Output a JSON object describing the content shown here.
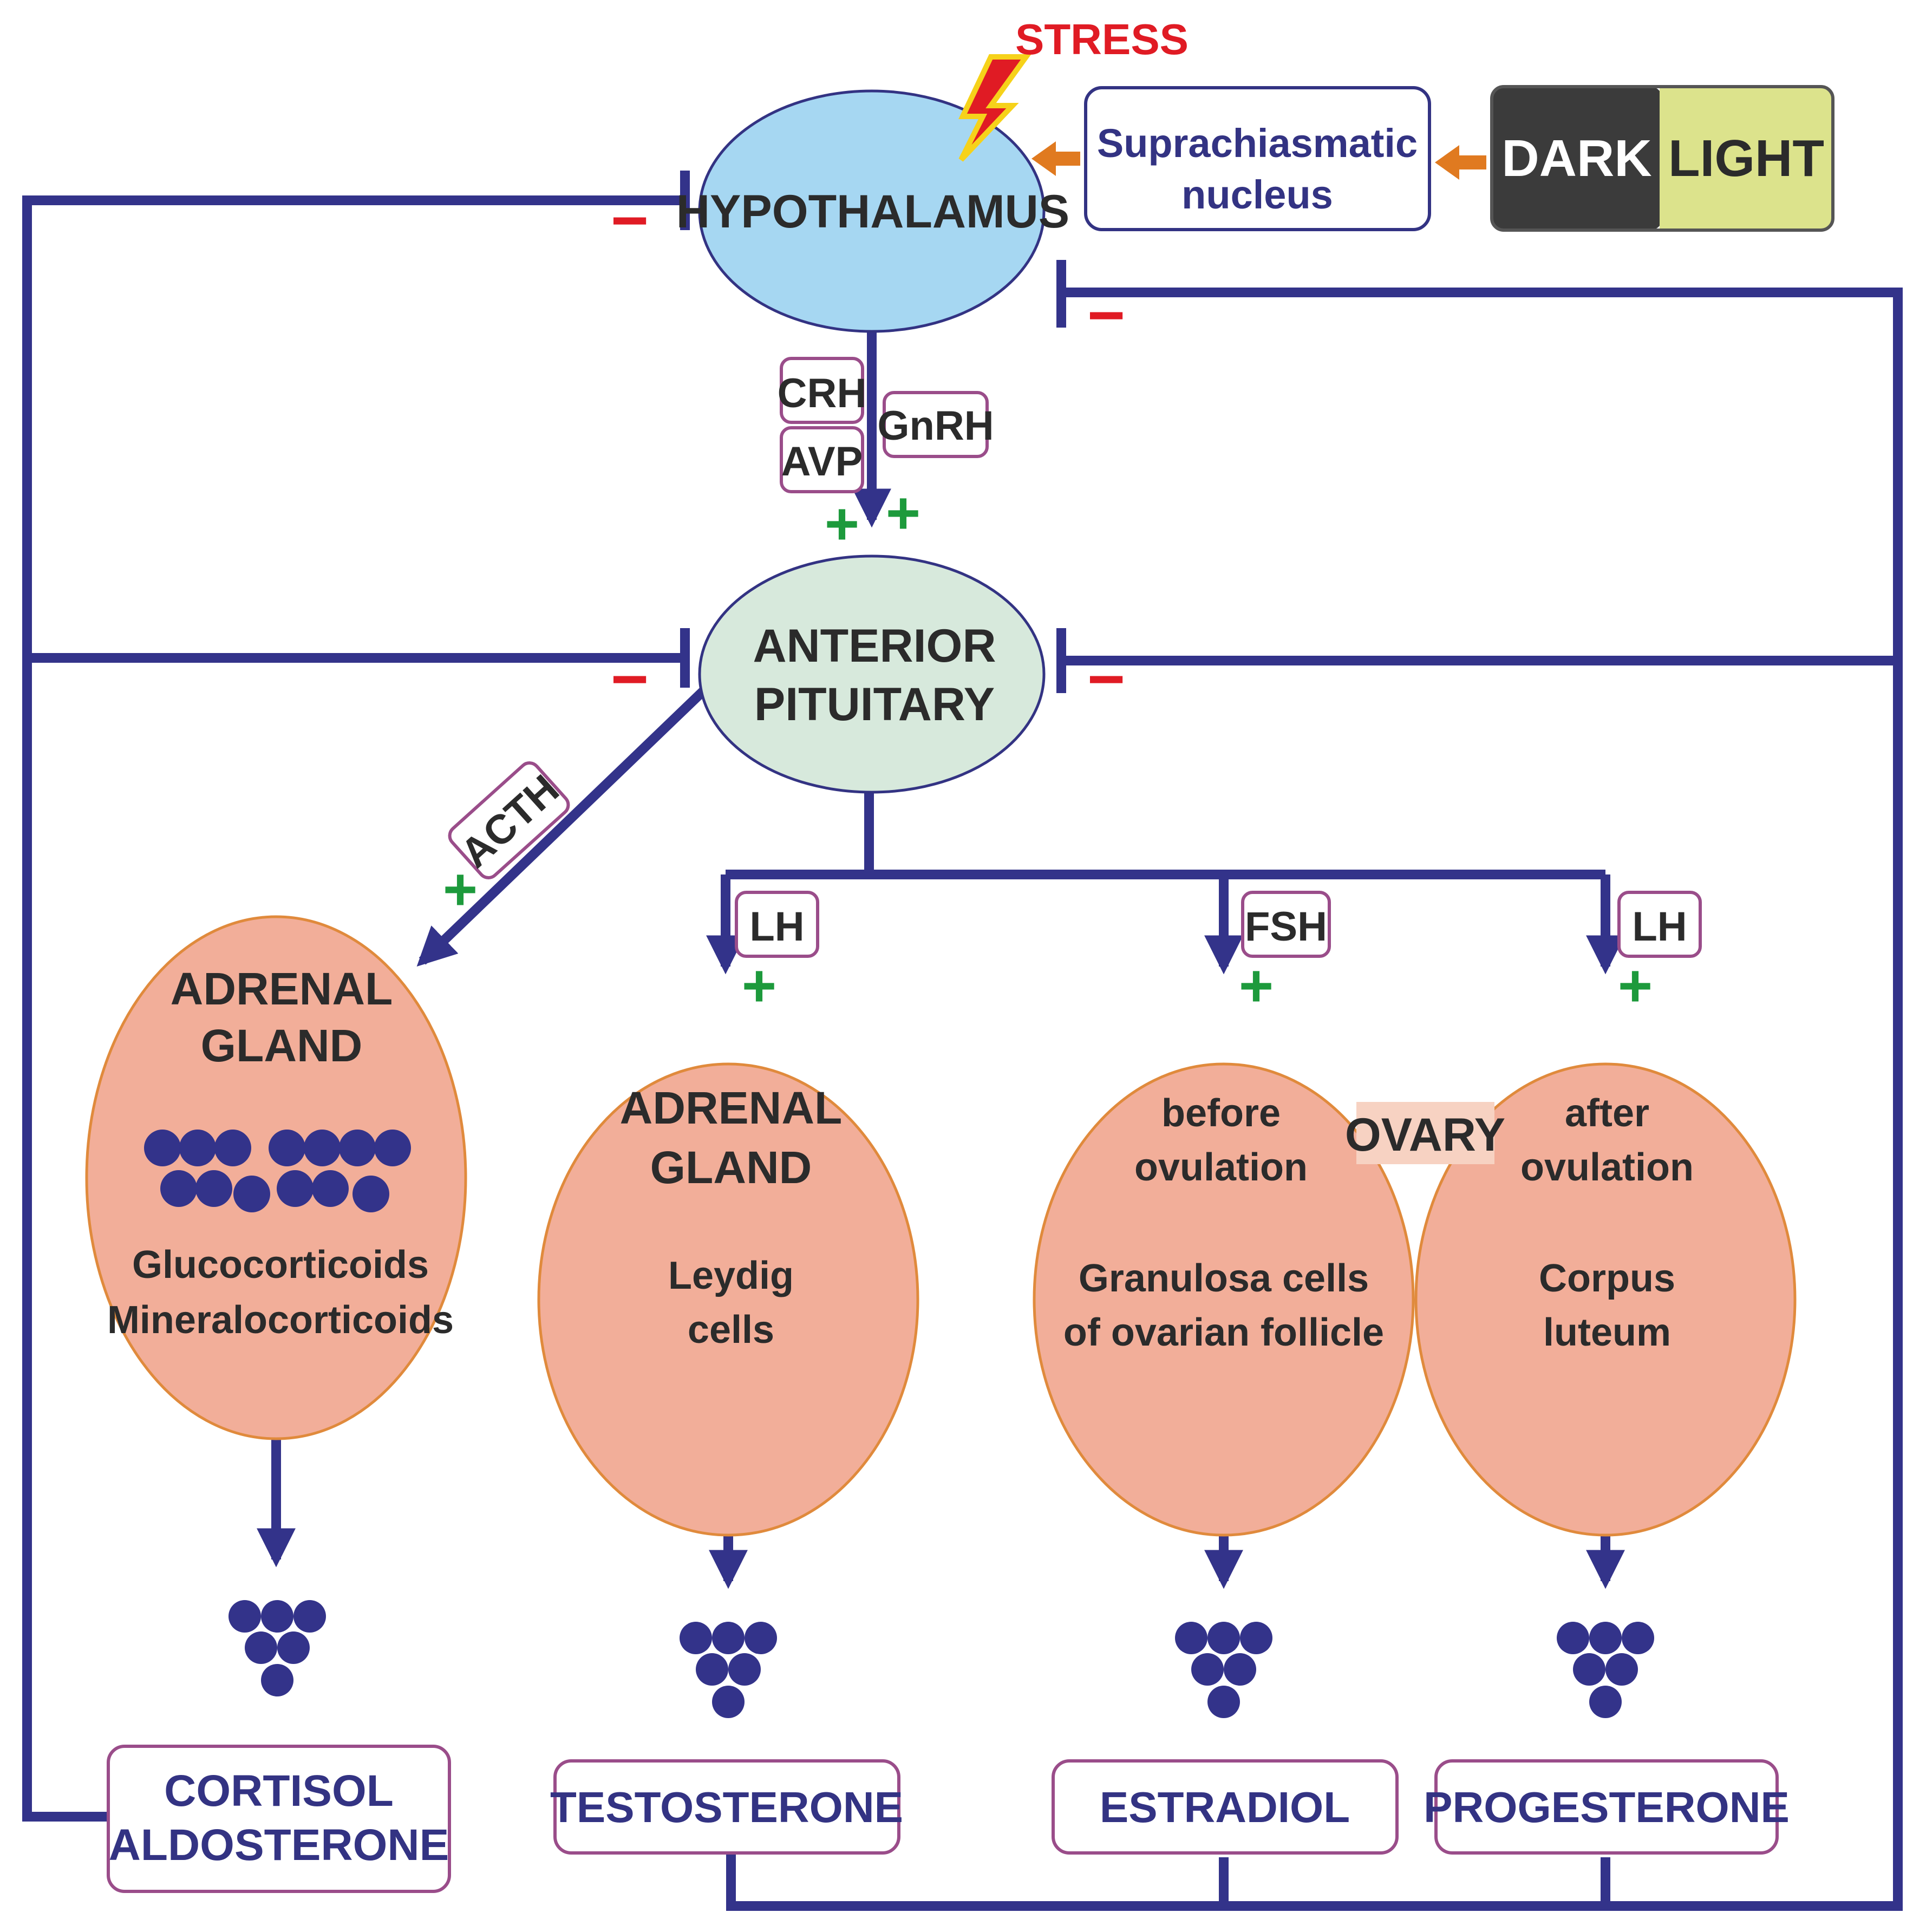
{
  "colors": {
    "line": "#33338a",
    "hypothalamus_fill": "#a6d7f2",
    "pituitary_fill": "#d7e9dc",
    "gland_fill": "#f2ae99",
    "gland_stroke": "#e08a3c",
    "label_border": "#9a4d8a",
    "inhibit": "#e01b24",
    "stimulate": "#1d9a3c",
    "stress": "#e01b24",
    "dark_box": "#3b3b3b",
    "light_box": "#dce38c"
  },
  "icons": {
    "stress": "lightning-bolt-icon",
    "granules": "hormone-granule-cluster-icon"
  },
  "stimulus": {
    "stress": "STRESS",
    "scn_line1": "Suprachiasmatic",
    "scn_line2": "nucleus",
    "dark": "DARK",
    "light": "LIGHT"
  },
  "nodes": {
    "hypothalamus": "HYPOTHALAMUS",
    "pituitary_line1": "ANTERIOR",
    "pituitary_line2": "PITUITARY"
  },
  "hormones": {
    "crh": "CRH",
    "avp": "AVP",
    "gnrh": "GnRH",
    "acth": "ACTH",
    "lh_left": "LH",
    "fsh": "FSH",
    "lh_right": "LH"
  },
  "signs": {
    "plus": "+",
    "minus": "−"
  },
  "glands": {
    "adrenal": {
      "title1": "ADRENAL",
      "title2": "GLAND",
      "cells1": "Glucocorticoids",
      "cells2": "Mineralocorticoids"
    },
    "testis": {
      "title1": "ADRENAL",
      "title2": "GLAND",
      "cells1": "Leydig",
      "cells2": "cells"
    },
    "ovary_before": {
      "phase1": "before",
      "phase2": "ovulation",
      "cells1": "Granulosa cells",
      "cells2": "of ovarian follicle"
    },
    "ovary_after": {
      "phase1": "after",
      "phase2": "ovulation",
      "cells1": "Corpus",
      "cells2": "luteum"
    },
    "ovary_label": "OVARY"
  },
  "outputs": {
    "cortisol1": "CORTISOL",
    "cortisol2": "ALDOSTERONE",
    "testosterone": "TESTOSTERONE",
    "estradiol": "ESTRADIOL",
    "progesterone": "PROGESTERONE"
  }
}
